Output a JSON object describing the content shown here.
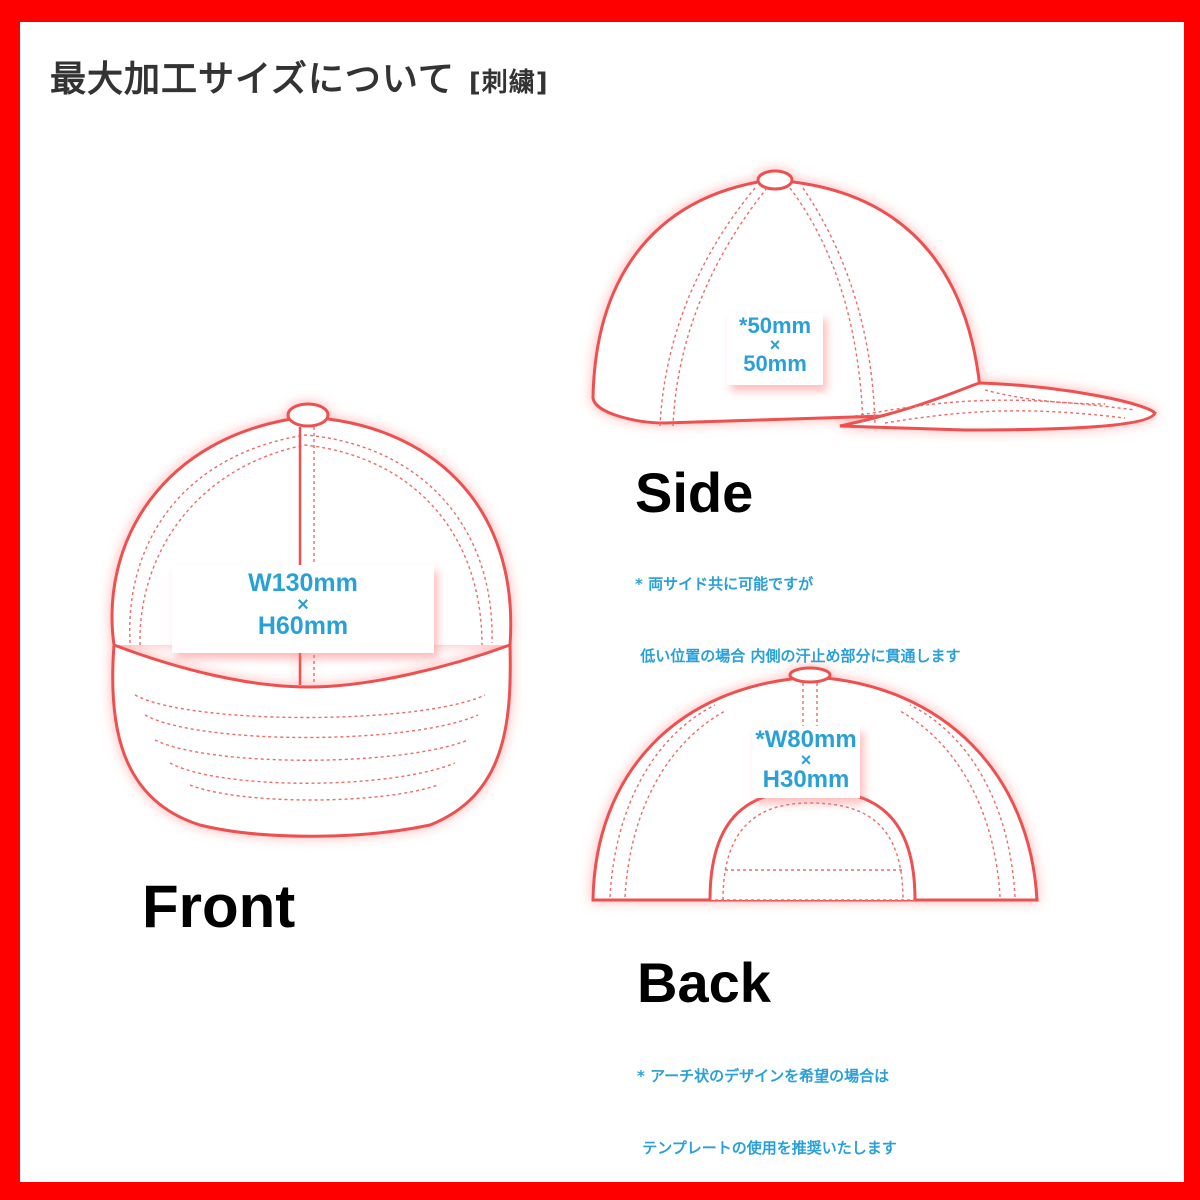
{
  "header": {
    "title": "最大加工サイズについて",
    "subtitle": "[刺繍]"
  },
  "colors": {
    "frame": "#ff0000",
    "outline": "#ee5050",
    "accent": "#2aa0d8",
    "title_text": "#333333"
  },
  "views": {
    "front": {
      "name": "Front",
      "size_line1": "W130mm",
      "size_times": "×",
      "size_line2": "H60mm"
    },
    "side": {
      "name": "Side",
      "size_line1": "*50mm",
      "size_times": "×",
      "size_line2": "50mm",
      "note_line1": "* 両サイド共に可能ですが",
      "note_line2": " 低い位置の場合 内側の汗止め部分に貫通します"
    },
    "back": {
      "name": "Back",
      "size_line1": "*W80mm",
      "size_times": "×",
      "size_line2": "H30mm",
      "note_line1": "* アーチ状のデザインを希望の場合は",
      "note_line2": " テンプレートの使用を推奨いたします"
    }
  }
}
